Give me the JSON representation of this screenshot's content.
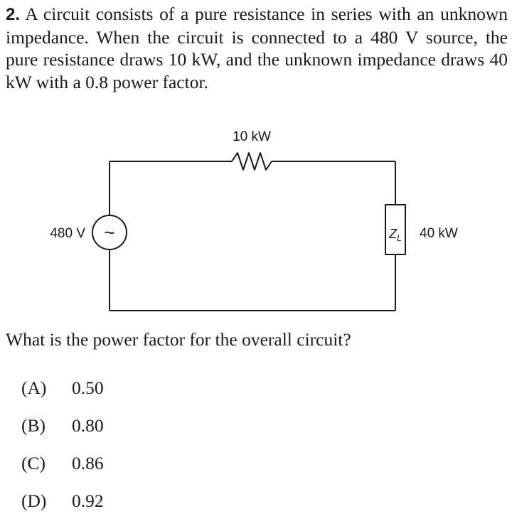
{
  "problem": {
    "number": "2.",
    "text": "A circuit consists of a pure resistance in series with an unknown impedance. When the circuit is connected to a 480 V source, the pure resistance draws 10 kW, and the unknown impedance draws 40 kW with a 0.8 power factor."
  },
  "circuit": {
    "resistor_label": "10 kW",
    "source_label": "480 V",
    "source_symbol": "~",
    "impedance_symbol": "Z",
    "impedance_subscript": "L",
    "impedance_label": "40 kW"
  },
  "question": "What is the power factor for the overall circuit?",
  "choices": [
    {
      "letter": "(A)",
      "value": "0.50"
    },
    {
      "letter": "(B)",
      "value": "0.80"
    },
    {
      "letter": "(C)",
      "value": "0.86"
    },
    {
      "letter": "(D)",
      "value": "0.92"
    }
  ]
}
